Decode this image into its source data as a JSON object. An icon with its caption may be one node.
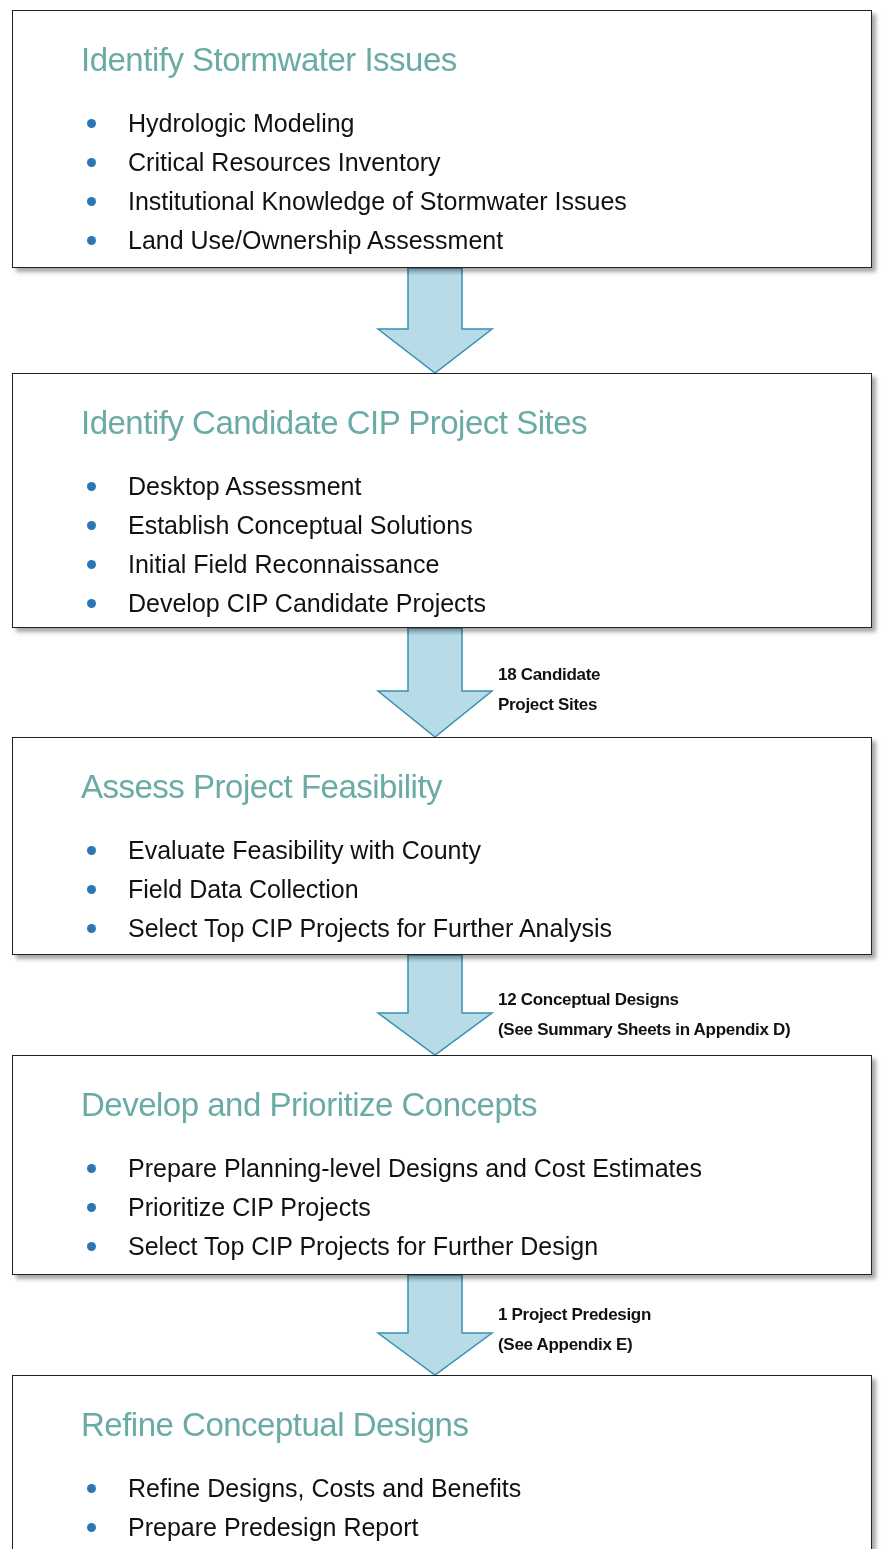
{
  "diagram": {
    "nodes": [
      {
        "text": [
          "Identify Stormwater Issues",
          "Hydrologic Modeling",
          "Critical Resources Inventory",
          "Institutional Knowledge of Stormwater Issues",
          "Land Use/Ownership Assessment"
        ]
      },
      {
        "text": [
          "Identify Candidate CIP Project Sites",
          "Desktop Assessment",
          "Establish Conceptual Solutions",
          "Initial Field Reconnaissance",
          "Develop CIP Candidate Projects"
        ]
      },
      {
        "text": [
          "Assess Project Feasibility",
          "Evaluate Feasibility with County",
          "Field Data Collection",
          "Select Top CIP Projects for Further Analysis"
        ]
      },
      {
        "text": [
          "Develop and Prioritize Concepts",
          "Prepare Planning-level Designs and Cost Estimates",
          "Prioritize CIP Projects",
          "Select Top CIP Projects for Further Design"
        ]
      },
      {
        "text": [
          "Refine Conceptual Designs",
          "Refine Designs, Costs and Benefits",
          "Prepare Predesign Report"
        ]
      }
    ],
    "edges": [
      {
        "from": 0,
        "to": 1,
        "arrow": "to"
      },
      {
        "from": 1,
        "to": 2,
        "arrow": "to",
        "label": "18 Candidate Project Sites"
      },
      {
        "from": 2,
        "to": 3,
        "arrow": "to",
        "label": "12 Conceptual Designs"
      },
      {
        "from": 3,
        "to": 4,
        "arrow": "to",
        "label": "1 Project Predesign (See Appendix E)"
      }
    ],
    "labels": [
      "(See Summary Sheets in Appendix D)"
    ]
  }
}
